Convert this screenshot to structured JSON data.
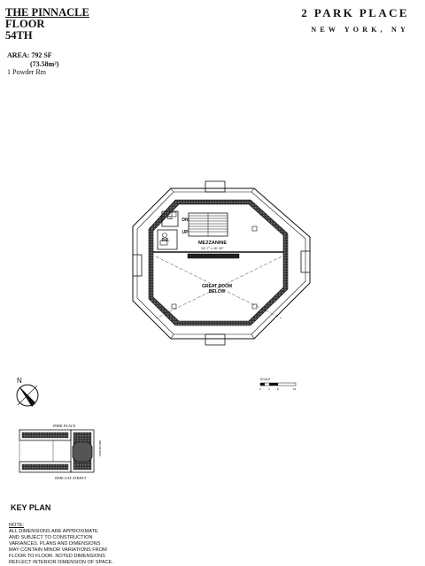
{
  "header": {
    "building_name": "THE PINNACLE",
    "floor_word": "FLOOR",
    "floor_number": "54TH",
    "area_label": "AREA: 792 SF",
    "area_metric": "(73.58m²)",
    "rooms": "1 Powder Rm",
    "address_line1": "2 PARK PLACE",
    "address_line2": "NEW YORK, NY"
  },
  "plan": {
    "cl": "CL",
    "dn": "DN",
    "up": "UP",
    "pr": "P.R.",
    "mezzanine": "MEZZANINE",
    "mezzanine_dims": "24'-7\" x 10'-10\"",
    "great_room": "GREAT ROOM",
    "below": "BELOW"
  },
  "compass": {
    "north": "N"
  },
  "scale": {
    "label": "SCALE",
    "ticks": [
      "0",
      "4",
      "8",
      "16"
    ]
  },
  "key_plan": {
    "street_top": "PARK PLACE",
    "street_bottom": "BARCLAY STREET",
    "street_side": "BROADWAY",
    "heading": "KEY PLAN"
  },
  "note": {
    "heading": "NOTE:",
    "lines": [
      "ALL DIMENSIONS ARE APPROXIMATE",
      "AND SUBJECT TO CONSTRUCTION",
      "VARIANCES. PLANS AND DIMENSIONS",
      "MAY CONTAIN MINOR VARIATIONS FROM",
      "FLOOR TO FLOOR. NOTED DIMENSIONS",
      "REFLECT INTERIOR DIMENSION OF SPACE."
    ]
  }
}
